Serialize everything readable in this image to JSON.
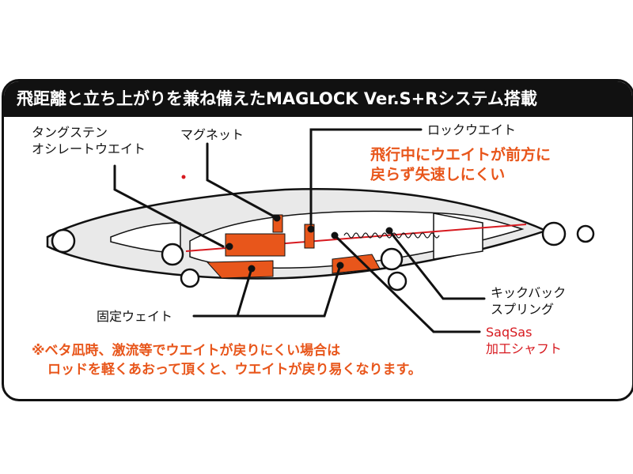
{
  "banner": {
    "title": "飛距離と立ち上がりを兼ね備えたMAGLOCK Ver.S+Rシステム搭載"
  },
  "labels": {
    "tungsten_line1": "タングステン",
    "tungsten_line2": "オシレートウエイト",
    "magnet": "マグネット",
    "lock_weight": "ロックウエイト",
    "lock_desc_line1": "飛行中にウエイトが前方に",
    "lock_desc_line2": "戻らず失速しにくい",
    "fixed_weight": "固定ウェイト",
    "kickback_line1": "キックバック",
    "kickback_line2": "スプリング",
    "saqsas_line1": "SaqSas",
    "saqsas_line2": "加工シャフト"
  },
  "note": {
    "line1": "※ベタ凪時、激流等でウエイトが戻りにくい場合は",
    "line2": "ロッドを軽くあおって頂くと、ウエイトが戻り易くなります。"
  },
  "colors": {
    "weight_orange": "#e8561b",
    "text_orange": "#e8561b",
    "text_red": "#d7191f",
    "outline": "#111111",
    "body_fill": "#e9e9e9"
  }
}
